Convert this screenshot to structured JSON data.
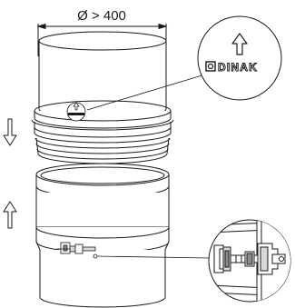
{
  "diagram": {
    "dimension_label": "Ø > 400",
    "brand_text": "DINAK",
    "arrows": {
      "left_upper": "down",
      "left_lower": "up",
      "logo_callout": "up"
    }
  },
  "colors": {
    "stroke": "#1a1a1a",
    "fill": "#ffffff",
    "shade": "#d9d9d9",
    "dark_shade": "#8a8a8a"
  },
  "icons": {
    "arrow_down": "hollow-down-arrow",
    "arrow_up": "hollow-up-arrow"
  }
}
